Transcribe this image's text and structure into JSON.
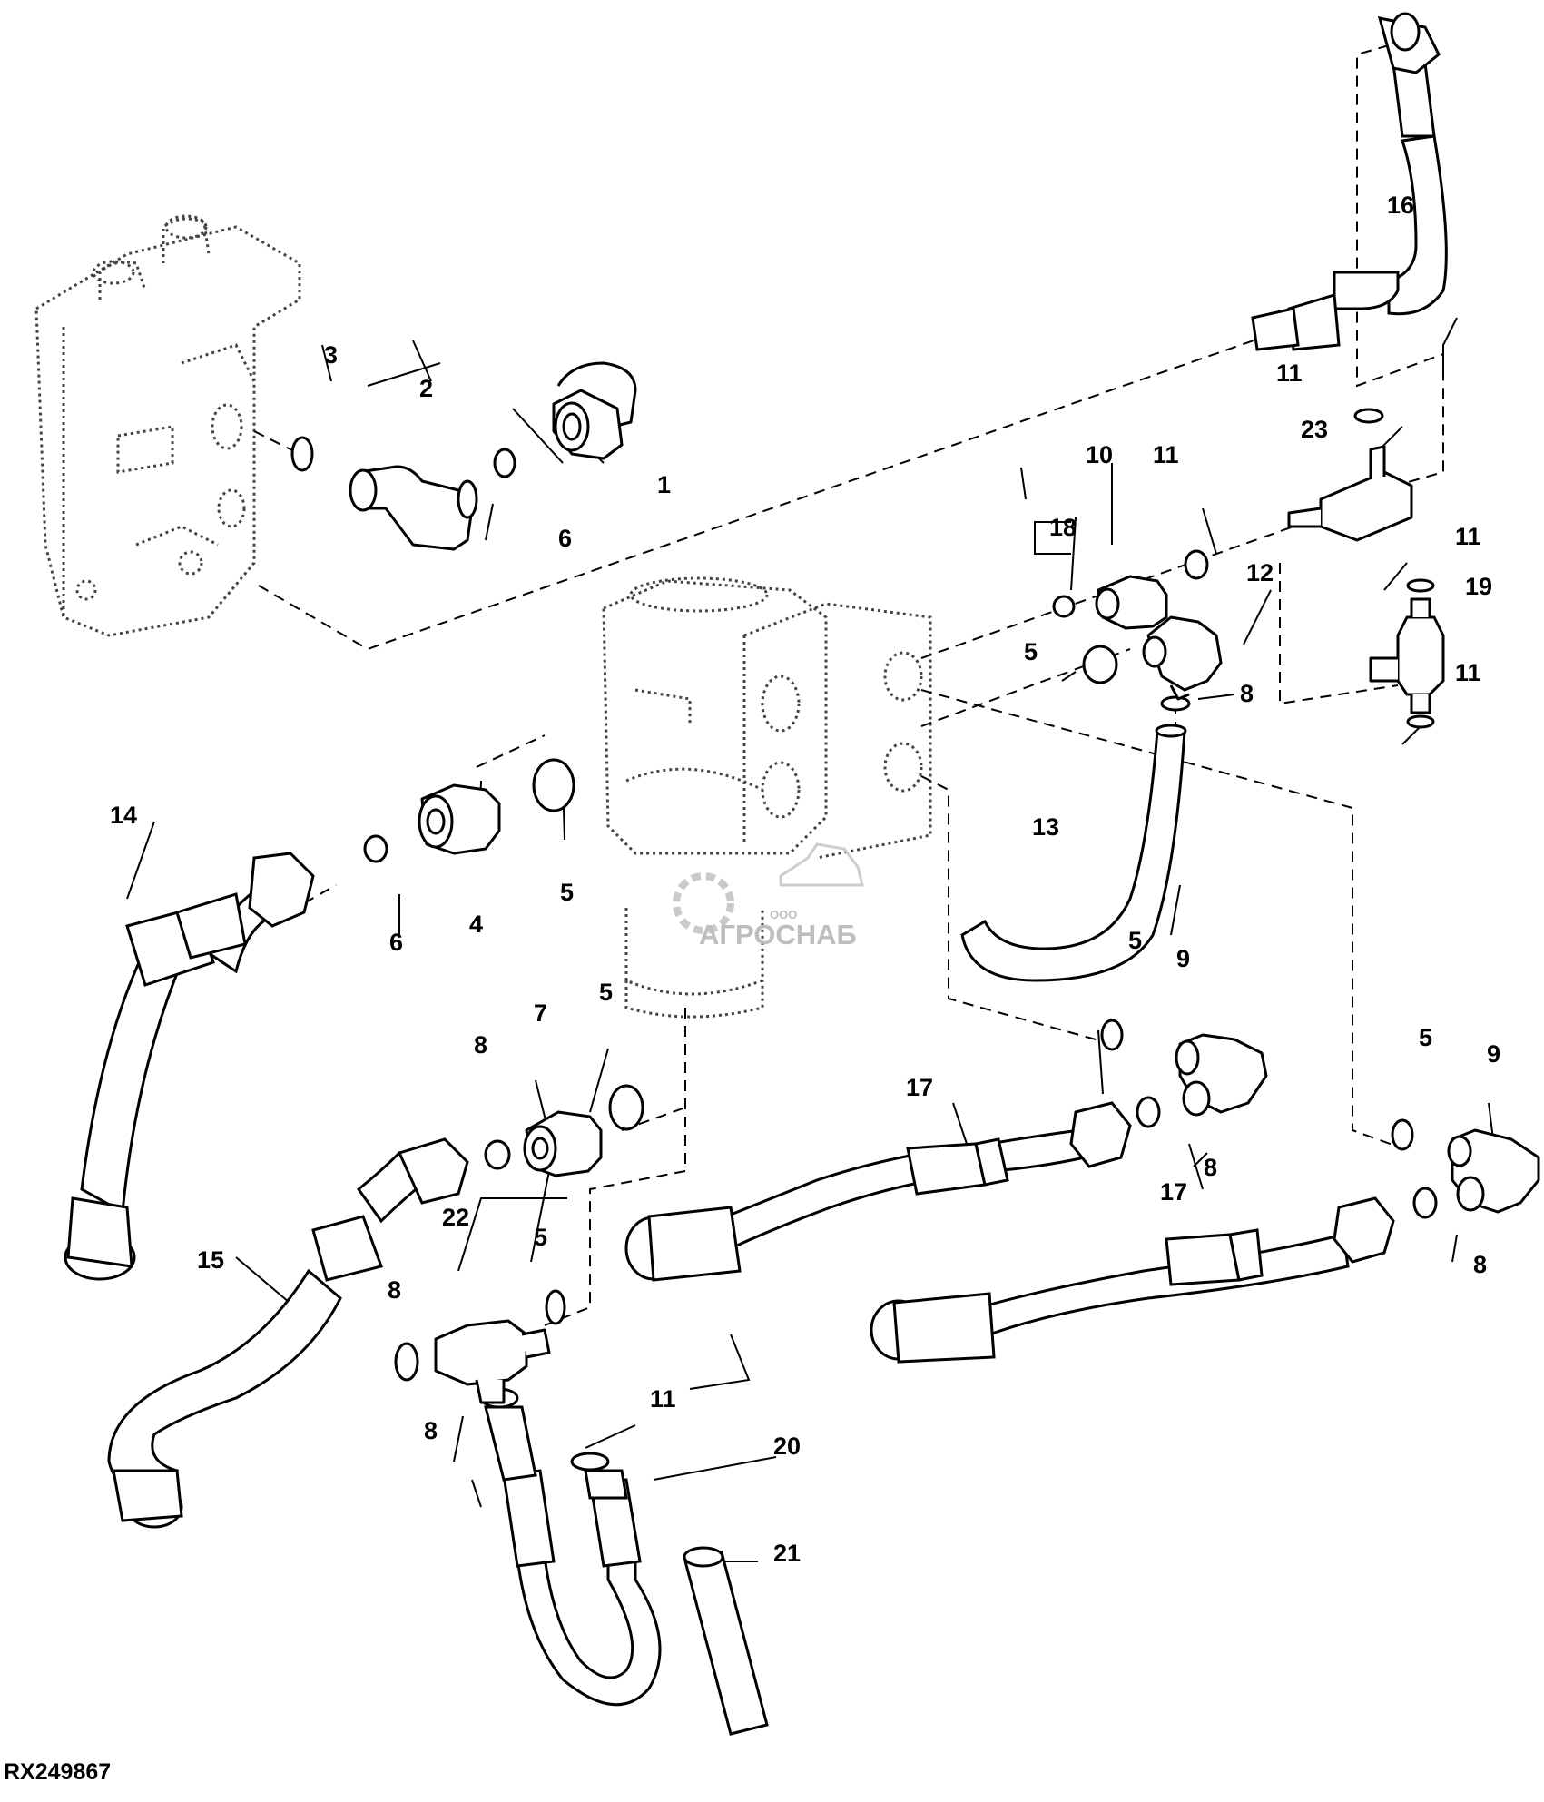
{
  "figure_id": "RX249867",
  "watermark": {
    "small": "ООО",
    "brand": "АГРОСНАБ"
  },
  "callouts": [
    "1",
    "2",
    "3",
    "4",
    "5",
    "6",
    "7",
    "8",
    "9",
    "10",
    "11",
    "12",
    "13",
    "14",
    "15",
    "16",
    "17",
    "18",
    "19",
    "20",
    "21",
    "22",
    "23"
  ]
}
